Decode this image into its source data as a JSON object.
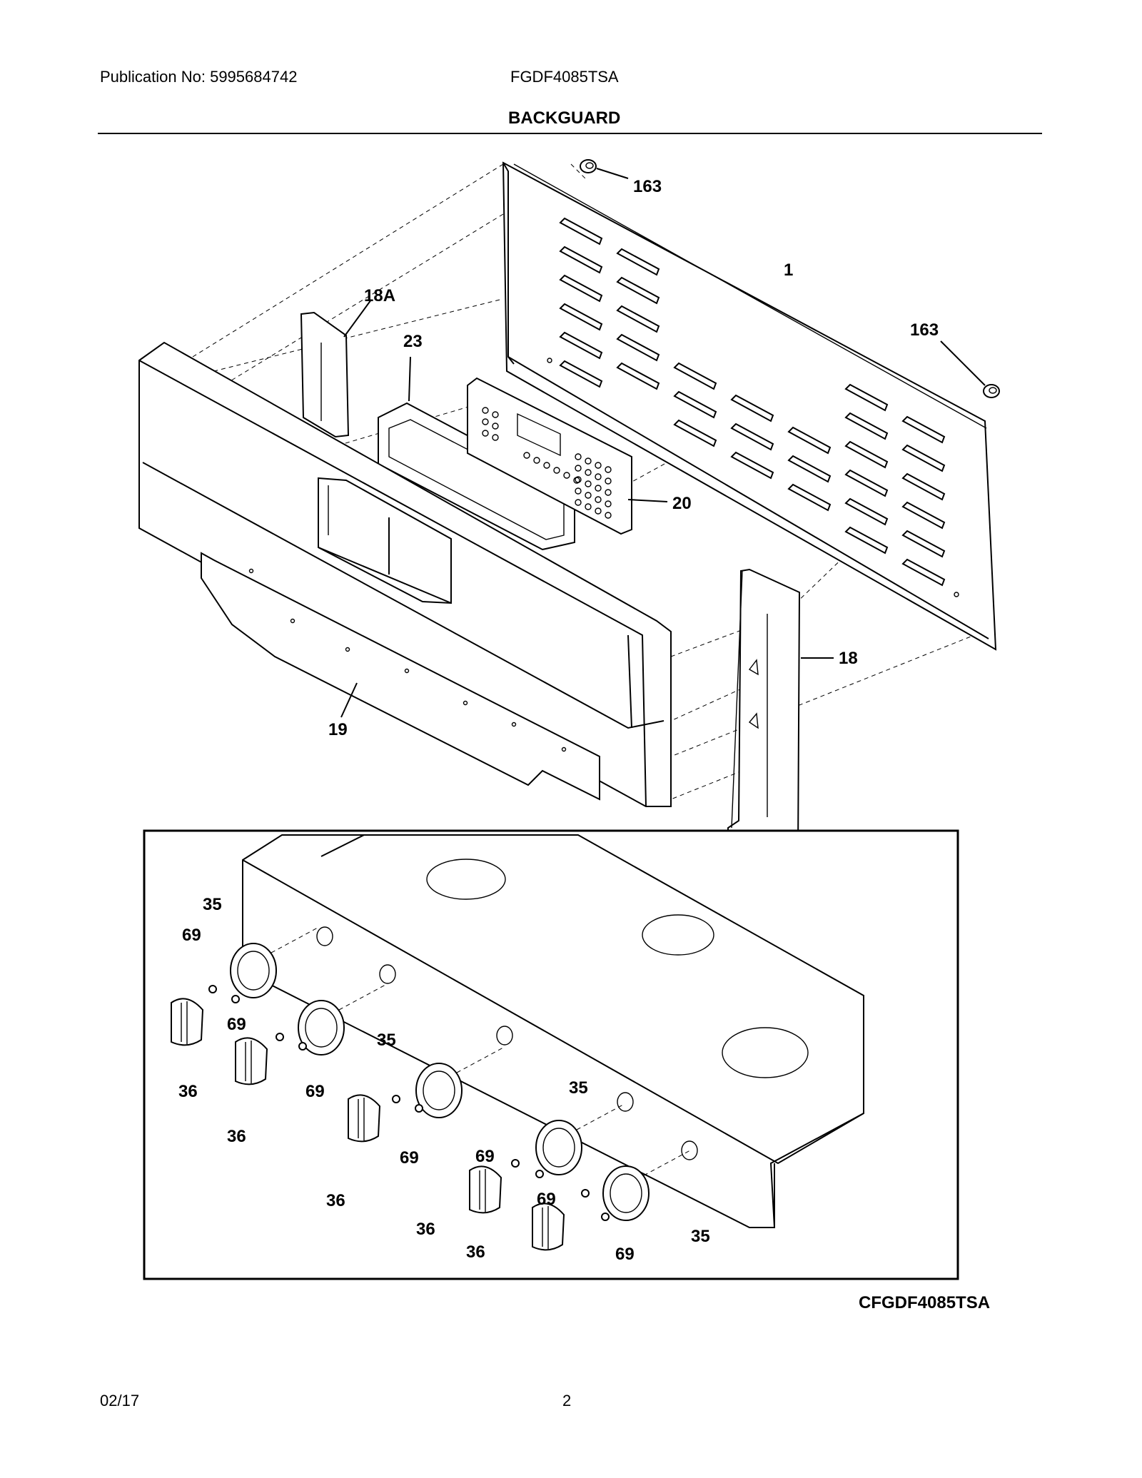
{
  "header": {
    "publication": "Publication No:  5995684742",
    "model": "FGDF4085TSA",
    "section_title": "BACKGUARD"
  },
  "footer": {
    "date": "02/17",
    "page": "2"
  },
  "drawing_code": "CFGDF4085TSA",
  "callouts": {
    "c163_top": "163",
    "c1": "1",
    "c163_right": "163",
    "c18A": "18A",
    "c23": "23",
    "c20": "20",
    "c18": "18",
    "c19": "19",
    "k35a": "35",
    "k69a": "69",
    "k69b": "69",
    "k36a": "36",
    "k35b": "35",
    "k36b": "36",
    "k69c": "69",
    "k69d": "69",
    "k36c": "36",
    "k35c": "35",
    "k69e": "69",
    "k69f": "69",
    "k36d": "36",
    "k36e": "36",
    "k35d": "35",
    "k69g": "69"
  }
}
